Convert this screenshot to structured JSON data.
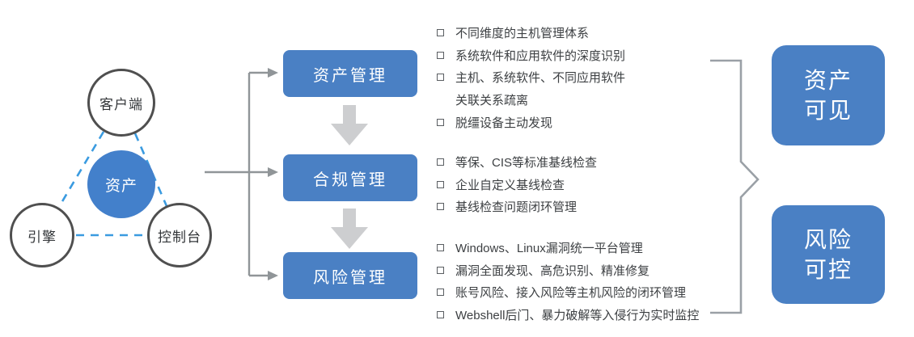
{
  "triangle": {
    "top_node": "客户端",
    "left_node": "引擎",
    "right_node": "控制台",
    "center_node": "资产"
  },
  "stages": [
    {
      "label": "资产管理",
      "features": [
        {
          "bullet": true,
          "text": "不同维度的主机管理体系"
        },
        {
          "bullet": true,
          "text": "系统软件和应用软件的深度识别"
        },
        {
          "bullet": true,
          "text": "主机、系统软件、不同应用软件"
        },
        {
          "bullet": false,
          "text": "关联关系疏离"
        },
        {
          "bullet": true,
          "text": "脱缰设备主动发现"
        }
      ]
    },
    {
      "label": "合规管理",
      "features": [
        {
          "bullet": true,
          "text": "等保、CIS等标准基线检查"
        },
        {
          "bullet": true,
          "text": "企业自定义基线检查"
        },
        {
          "bullet": true,
          "text": "基线检查问题闭环管理"
        }
      ]
    },
    {
      "label": "风险管理",
      "features": [
        {
          "bullet": true,
          "text": "Windows、Linux漏洞统一平台管理"
        },
        {
          "bullet": true,
          "text": "漏洞全面发现、高危识别、精准修复"
        },
        {
          "bullet": true,
          "text": "账号风险、接入风险等主机风险的闭环管理"
        },
        {
          "bullet": true,
          "text": "Webshell后门、暴力破解等入侵行为实时监控"
        }
      ]
    }
  ],
  "outcomes": [
    {
      "line1": "资产",
      "line2": "可见"
    },
    {
      "line1": "风险",
      "line2": "可控"
    }
  ],
  "icons": {
    "bullet": "empty-square-icon",
    "flow": "right-arrow-icon",
    "stage_flow": "thick-down-arrow-icon"
  },
  "colors": {
    "box_blue": "#4a80c4",
    "circle_blue": "#4380cb",
    "dashed_blue": "#3a9be0",
    "connector_gray": "#909598",
    "brace_gray": "#9aa0a6",
    "thick_arrow_gray": "#cdced0",
    "text_dark": "#3d4043",
    "circle_border": "#4f4f4f"
  }
}
